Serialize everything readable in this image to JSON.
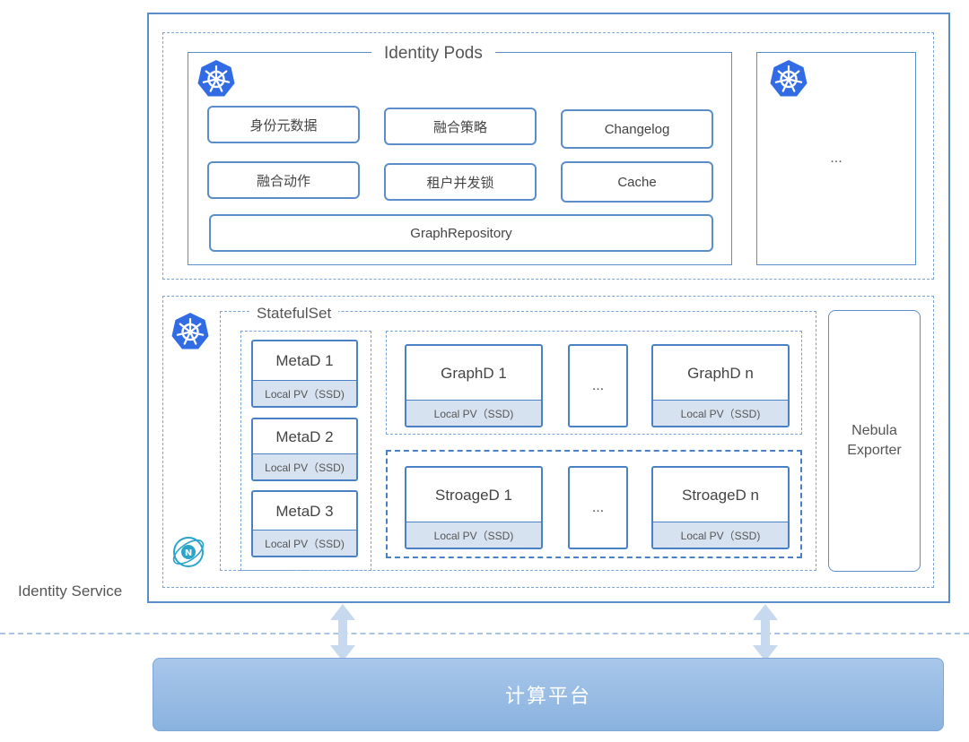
{
  "identity_pods": {
    "title": "Identity Pods",
    "modules": [
      "身份元数据",
      "融合策略",
      "Changelog",
      "融合动作",
      "租户并发锁",
      "Cache"
    ],
    "repository": "GraphRepository",
    "other_pod": "..."
  },
  "statefulset": {
    "title": "StatefulSet",
    "metad": [
      {
        "name": "MetaD 1",
        "pv": "Local PV（SSD)"
      },
      {
        "name": "MetaD 2",
        "pv": "Local PV（SSD)"
      },
      {
        "name": "MetaD 3",
        "pv": "Local PV（SSD)"
      }
    ],
    "graphd": [
      {
        "name": "GraphD 1",
        "pv": "Local PV（SSD)"
      },
      {
        "name": "GraphD n",
        "pv": "Local PV（SSD)"
      }
    ],
    "graphd_ellipsis": "...",
    "storaged": [
      {
        "name": "StroageD 1",
        "pv": "Local PV（SSD)"
      },
      {
        "name": "StroageD n",
        "pv": "Local PV（SSD)"
      }
    ],
    "storaged_ellipsis": "...",
    "exporter": "Nebula Exporter"
  },
  "service_label": "Identity Service",
  "compute_platform": "计算平台",
  "icons": {
    "kubernetes": "kubernetes-icon",
    "nebula": "nebula-graph-icon",
    "arrow": "bidirectional-arrow-icon"
  },
  "colors": {
    "border": "#5b8ec9",
    "pv_fill": "#d7e2f0",
    "compute_fill": "#95b9e2"
  }
}
